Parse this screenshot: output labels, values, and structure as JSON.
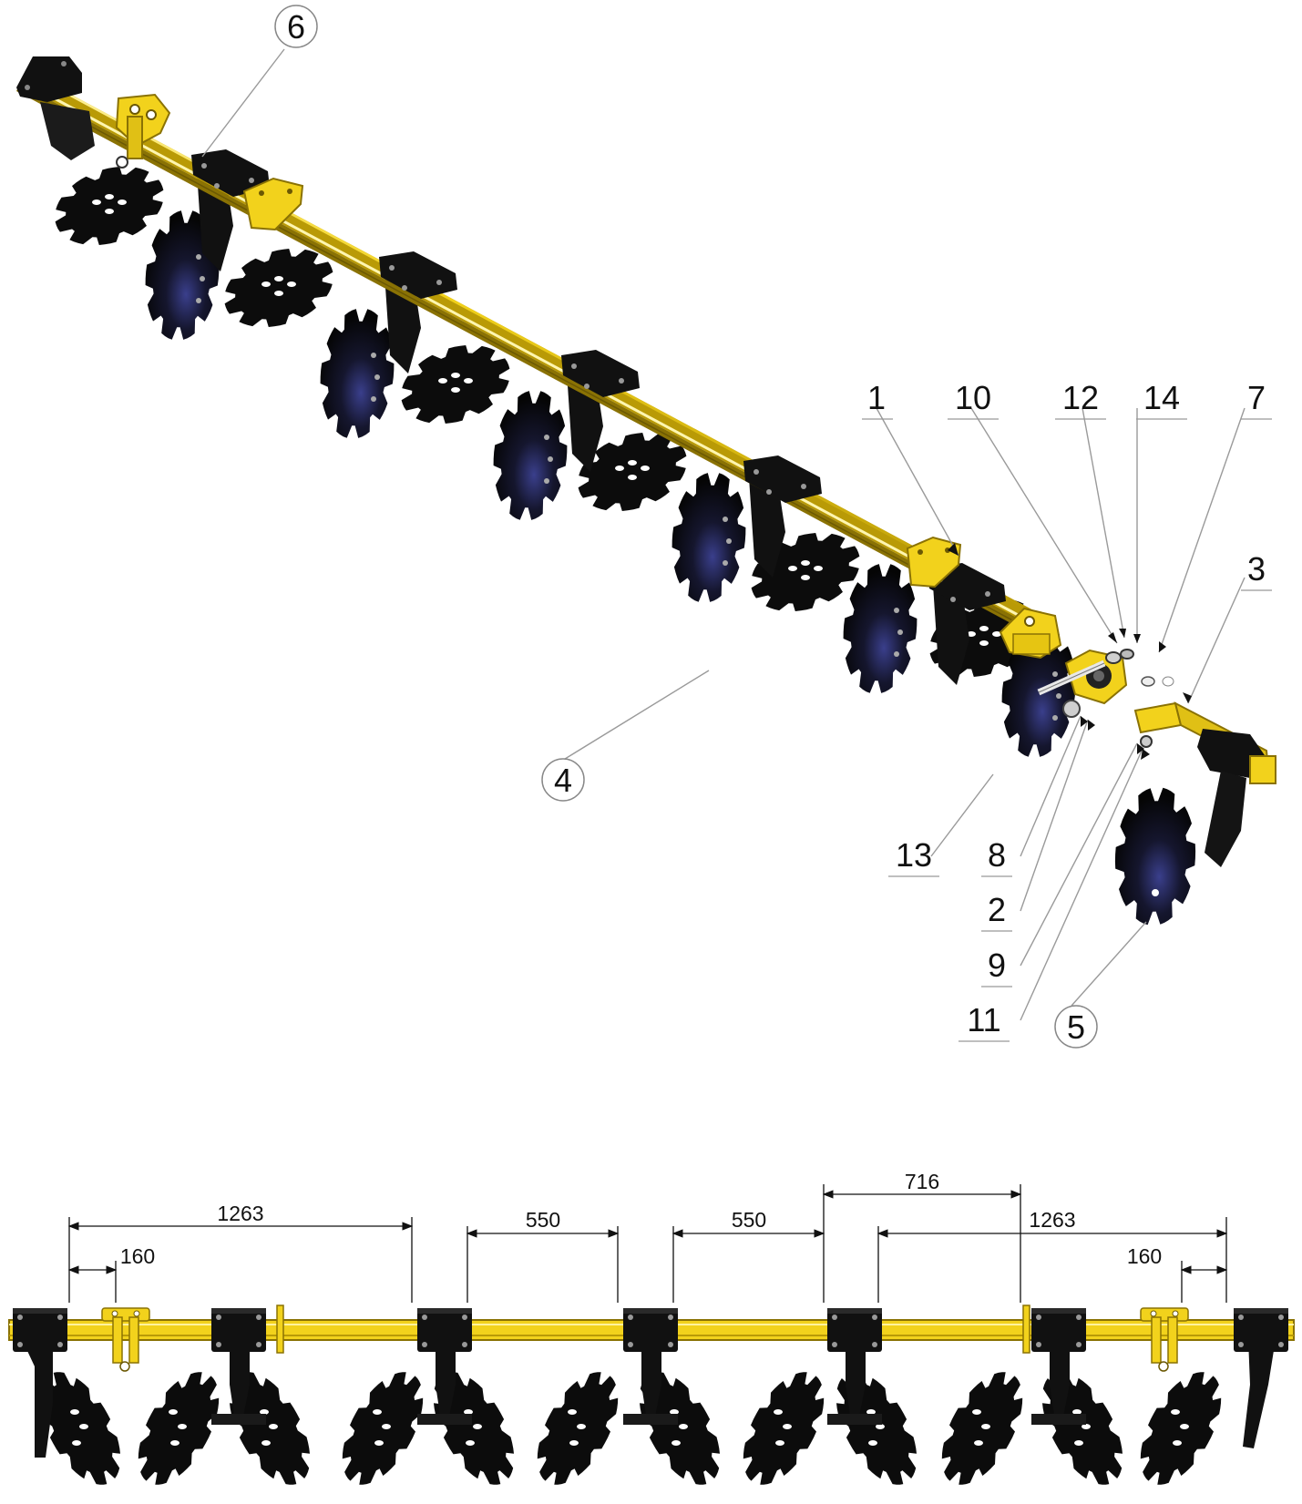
{
  "colors": {
    "frame_yellow": "#f2d21c",
    "frame_yellow_dark": "#b99a06",
    "disc_black": "#0c0c0c",
    "disc_sheen": "#3a3f8c",
    "leader_line": "#999999",
    "dimension_line": "#111111"
  },
  "exploded_view": {
    "callouts": [
      {
        "id": "c6",
        "number": "6",
        "circled": true
      },
      {
        "id": "c1",
        "number": "1",
        "circled": false
      },
      {
        "id": "c10",
        "number": "10",
        "circled": false
      },
      {
        "id": "c12",
        "number": "12",
        "circled": false
      },
      {
        "id": "c14",
        "number": "14",
        "circled": false
      },
      {
        "id": "c7",
        "number": "7",
        "circled": false
      },
      {
        "id": "c3",
        "number": "3",
        "circled": false
      },
      {
        "id": "c4",
        "number": "4",
        "circled": true
      },
      {
        "id": "c13",
        "number": "13",
        "circled": false
      },
      {
        "id": "c8",
        "number": "8",
        "circled": false
      },
      {
        "id": "c2",
        "number": "2",
        "circled": false
      },
      {
        "id": "c9",
        "number": "9",
        "circled": false
      },
      {
        "id": "c11",
        "number": "11",
        "circled": false
      },
      {
        "id": "c5",
        "number": "5",
        "circled": true
      }
    ]
  },
  "front_view": {
    "dimensions": [
      {
        "id": "d1263a",
        "value": "1263"
      },
      {
        "id": "d160a",
        "value": "160"
      },
      {
        "id": "d550a",
        "value": "550"
      },
      {
        "id": "d550b",
        "value": "550"
      },
      {
        "id": "d716",
        "value": "716"
      },
      {
        "id": "d1263b",
        "value": "1263"
      },
      {
        "id": "d160b",
        "value": "160"
      }
    ]
  }
}
